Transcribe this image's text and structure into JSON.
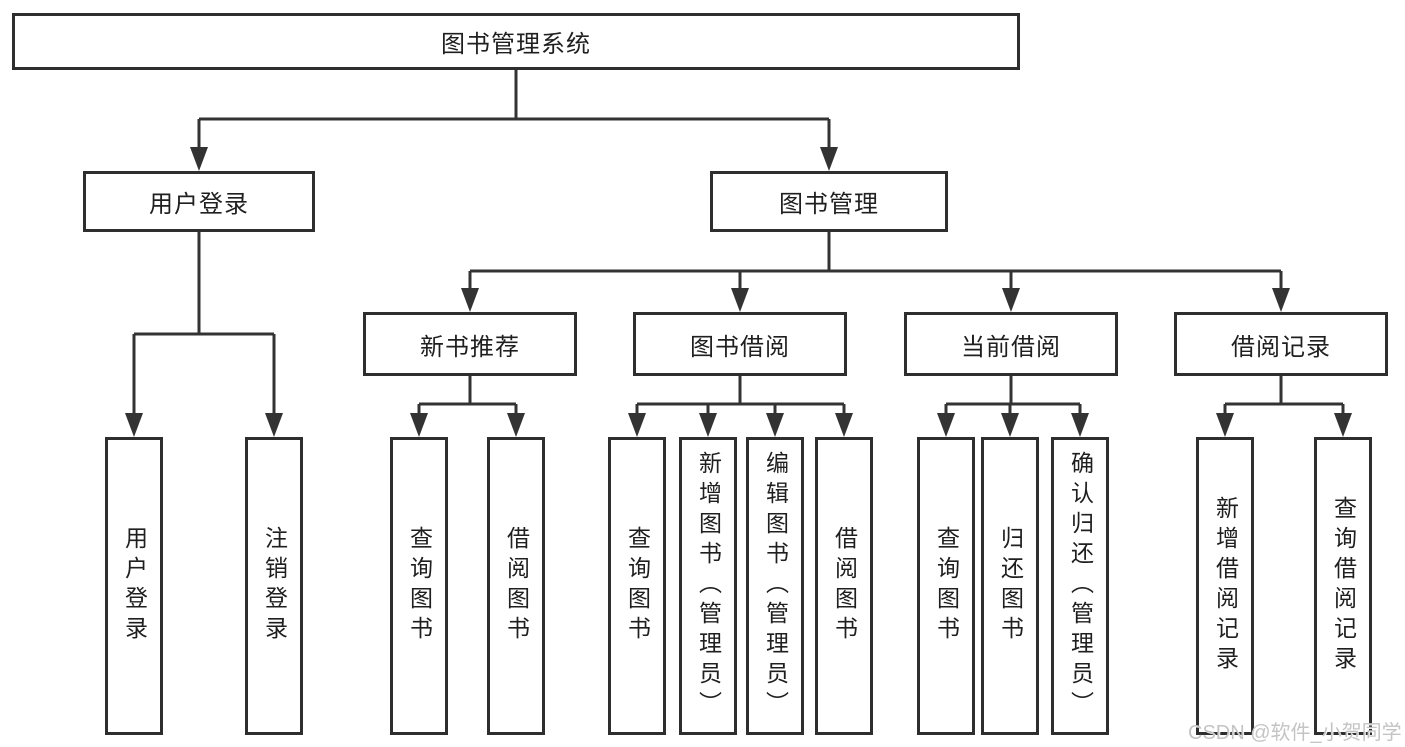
{
  "diagram": {
    "root": {
      "label": "图书管理系统"
    },
    "level2": [
      {
        "label": "用户登录",
        "parent": "图书管理系统"
      },
      {
        "label": "图书管理",
        "parent": "图书管理系统"
      }
    ],
    "level3": [
      {
        "label": "新书推荐",
        "parent": "图书管理"
      },
      {
        "label": "图书借阅",
        "parent": "图书管理"
      },
      {
        "label": "当前借阅",
        "parent": "图书管理"
      },
      {
        "label": "借阅记录",
        "parent": "图书管理"
      }
    ],
    "leaves": [
      {
        "label": "用户登录",
        "parent": "用户登录"
      },
      {
        "label": "注销登录",
        "parent": "用户登录"
      },
      {
        "label": "查询图书",
        "parent": "新书推荐"
      },
      {
        "label": "借阅图书",
        "parent": "新书推荐"
      },
      {
        "label": "查询图书",
        "parent": "图书借阅"
      },
      {
        "label": "新增图书（管理员）",
        "parent": "图书借阅"
      },
      {
        "label": "编辑图书（管理员）",
        "parent": "图书借阅"
      },
      {
        "label": "借阅图书",
        "parent": "图书借阅"
      },
      {
        "label": "查询图书",
        "parent": "当前借阅"
      },
      {
        "label": "归还图书",
        "parent": "当前借阅"
      },
      {
        "label": "确认归还（管理员）",
        "parent": "当前借阅"
      },
      {
        "label": "新增借阅记录",
        "parent": "借阅记录"
      },
      {
        "label": "查询借阅记录",
        "parent": "借阅记录"
      }
    ]
  },
  "watermark": {
    "text": "CSDN @软件_小贺同学"
  },
  "colors": {
    "background": "#ffffff",
    "line": "#333333",
    "box_border": "#2e2e2e",
    "text": "#1f1f1f",
    "watermark": "#c4c4c4"
  }
}
